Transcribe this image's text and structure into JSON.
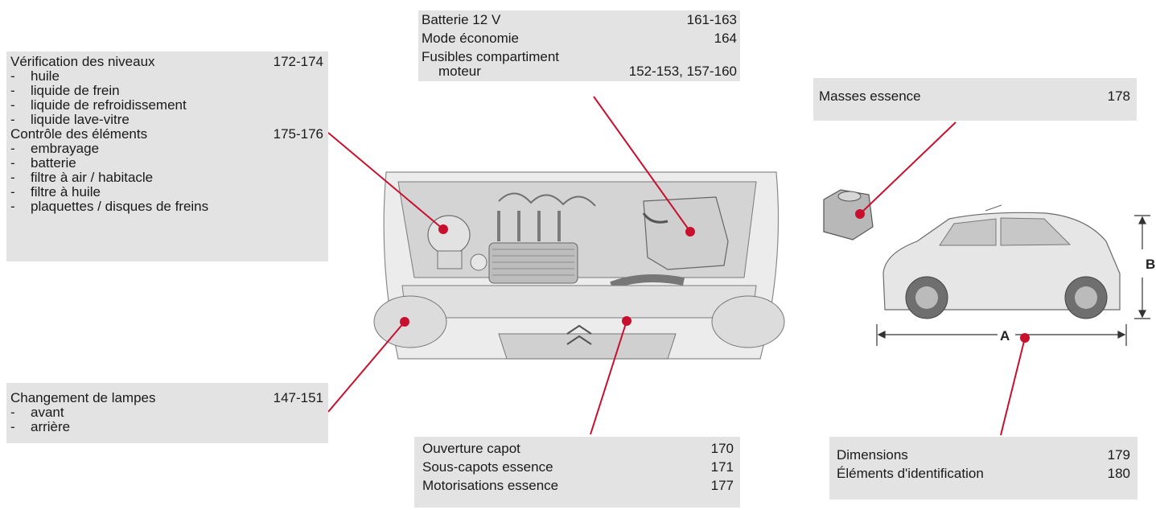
{
  "boxes": {
    "battery": {
      "rows": [
        {
          "label": "Batterie 12 V",
          "pages": "161-163"
        },
        {
          "label": "Mode économie",
          "pages": "164"
        }
      ],
      "fuses_line1": "Fusibles compartiment",
      "fuses_line2": "moteur",
      "fuses_pages": "152-153, 157-160"
    },
    "levels": {
      "title": "Vérification des niveaux",
      "pages": "172-174",
      "items": [
        "huile",
        "liquide de frein",
        "liquide de refroidissement",
        "liquide lave-vitre"
      ],
      "title2": "Contrôle des éléments",
      "pages2": "175-176",
      "items2": [
        "embrayage",
        "batterie",
        "filtre à air / habitacle",
        "filtre à huile",
        "plaquettes / disques de freins"
      ]
    },
    "masses": {
      "label": "Masses essence",
      "pages": "178"
    },
    "lamps": {
      "title": "Changement de lampes",
      "pages": "147-151",
      "items": [
        "avant",
        "arrière"
      ]
    },
    "bonnet": {
      "rows": [
        {
          "label": "Ouverture capot",
          "pages": "170"
        },
        {
          "label": "Sous-capots essence",
          "pages": "171"
        },
        {
          "label": "Motorisations essence",
          "pages": "177"
        }
      ]
    },
    "dimensions": {
      "rows": [
        {
          "label": "Dimensions",
          "pages": "179"
        },
        {
          "label": "Éléments d'identification",
          "pages": "180"
        }
      ]
    }
  },
  "dash_symbol": "-",
  "dimension_labels": {
    "length": "A",
    "height": "B"
  },
  "colors": {
    "box_bg": "#e3e3e3",
    "leader_line": "#c8102e",
    "illustration": "#c9c9c9"
  }
}
